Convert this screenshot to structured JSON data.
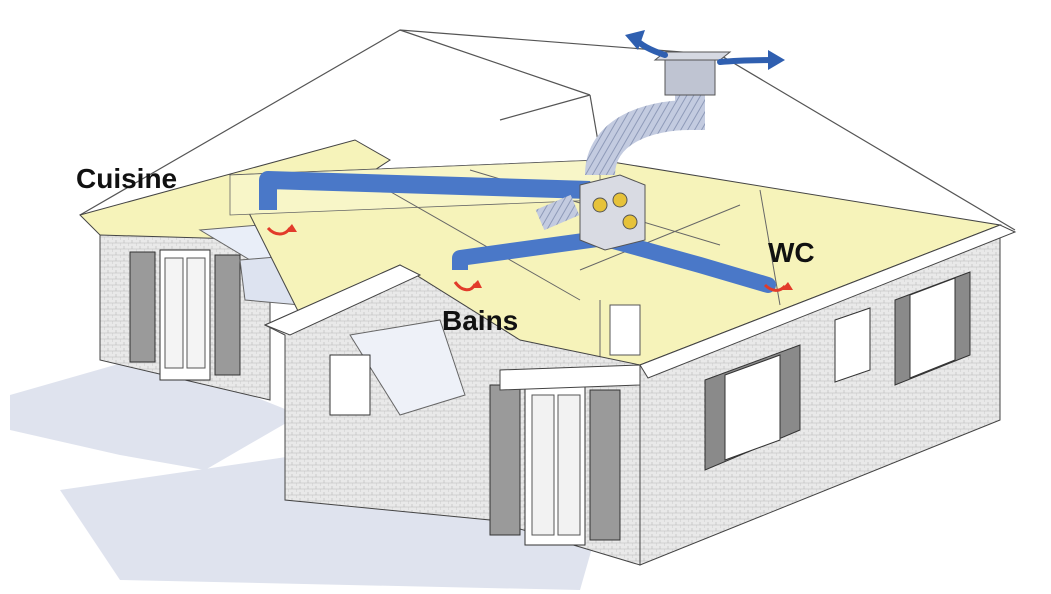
{
  "labels": {
    "cuisine": "Cuisine",
    "bains": "Bains",
    "wc": "WC"
  },
  "colors": {
    "duct": "#4a78c8",
    "duct_flex": "#b8c3d8",
    "wall_inner": "#f7f4b8",
    "exhaust_arrow": "#2f5fb0",
    "extract_arrow": "#e23b2a",
    "line": "#3a3a3a"
  }
}
